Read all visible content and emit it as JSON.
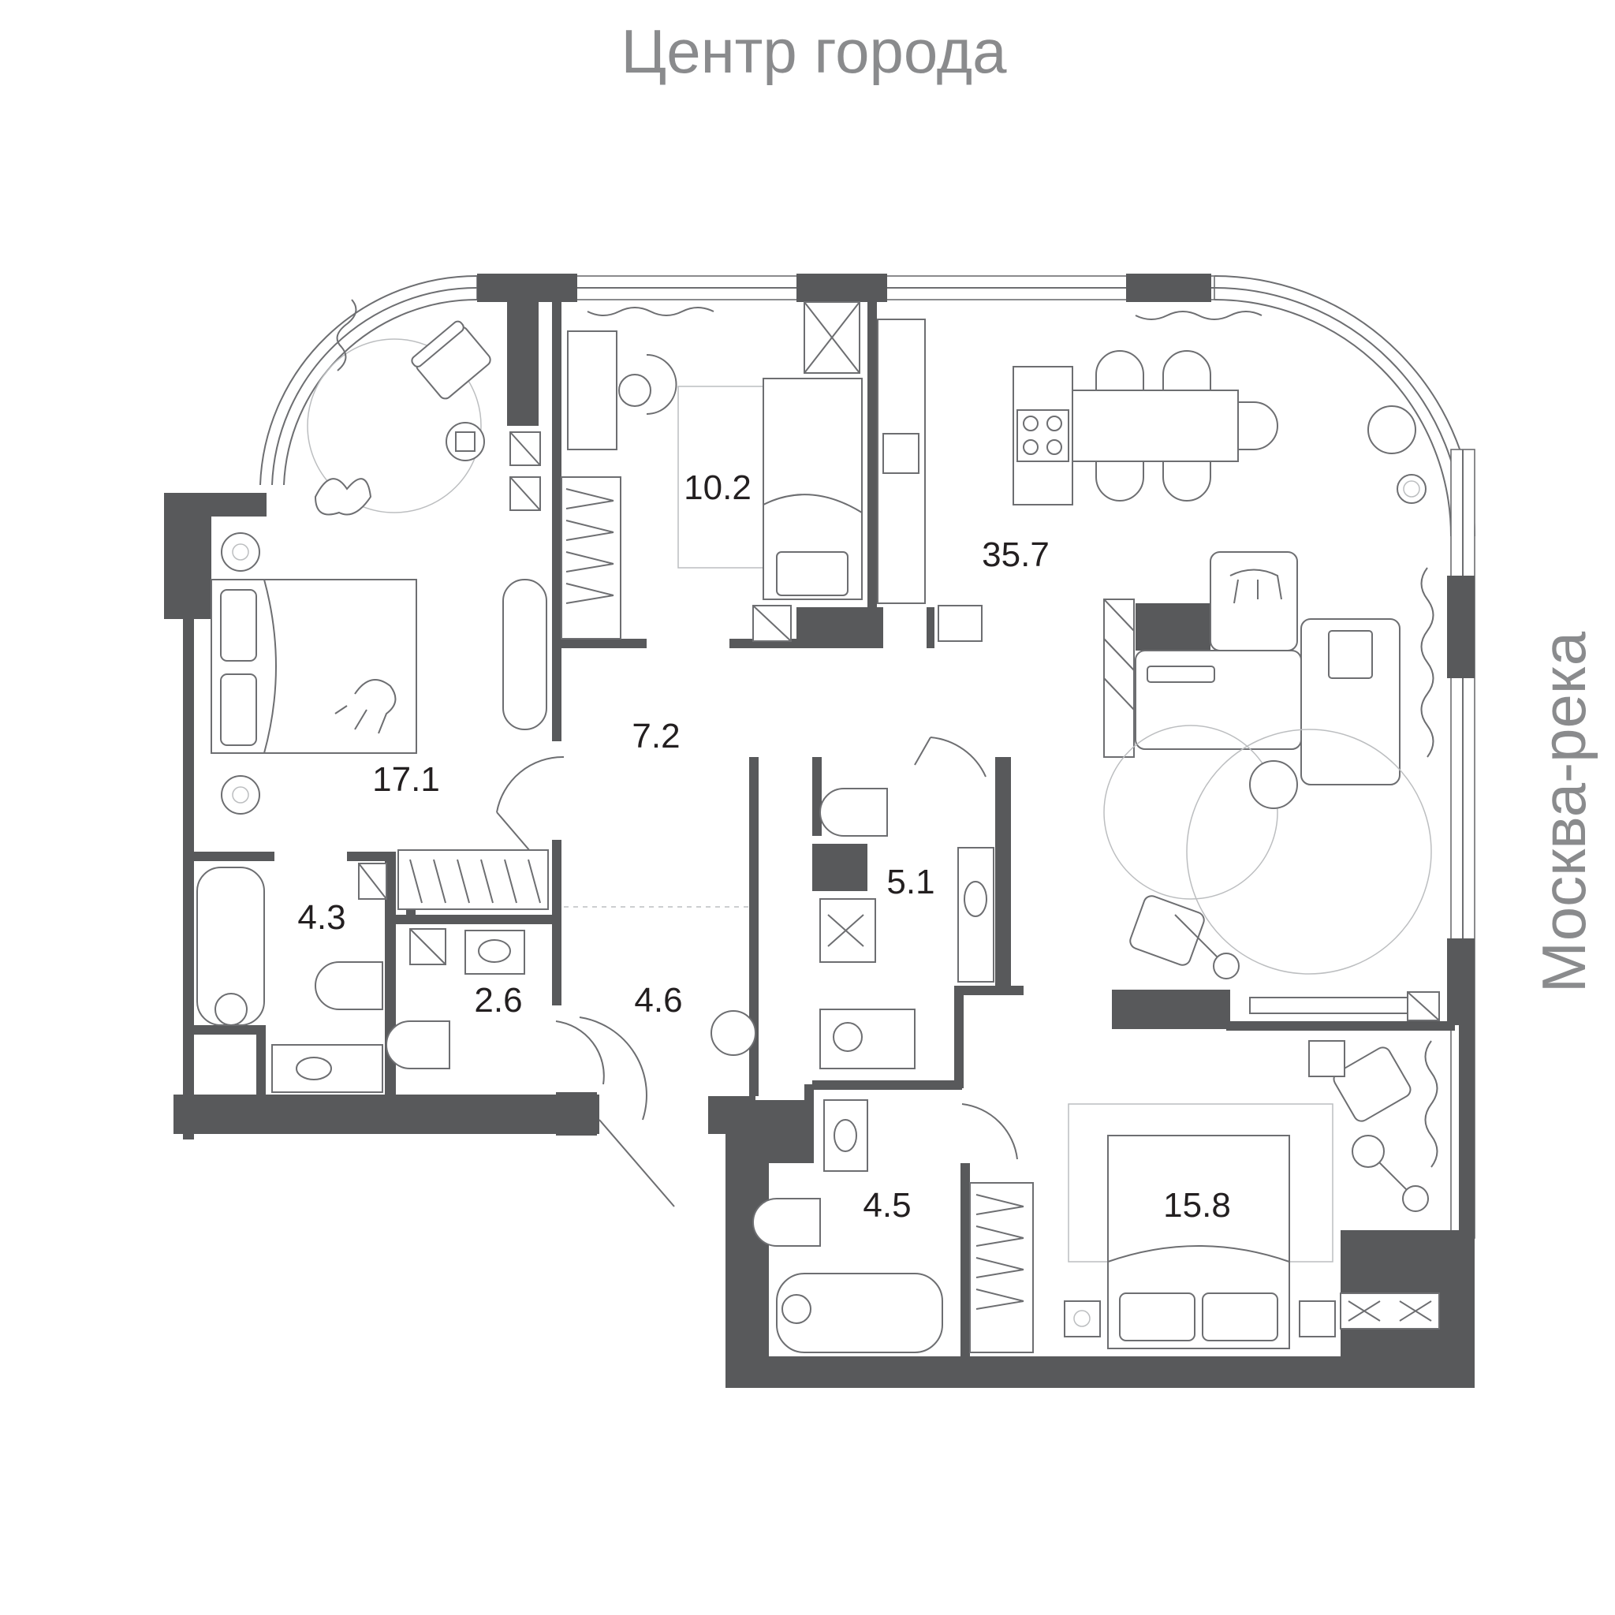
{
  "orientation": {
    "top": "Центр города",
    "right": "Москва-река"
  },
  "rooms": [
    {
      "id": "living",
      "area": "35.7"
    },
    {
      "id": "bedroom-1",
      "area": "17.1"
    },
    {
      "id": "bedroom-2",
      "area": "15.8"
    },
    {
      "id": "bedroom-3",
      "area": "10.2"
    },
    {
      "id": "hall",
      "area": "7.2"
    },
    {
      "id": "bath-1",
      "area": "5.1"
    },
    {
      "id": "corridor",
      "area": "4.6"
    },
    {
      "id": "bath-2",
      "area": "4.5"
    },
    {
      "id": "bath-3",
      "area": "4.3"
    },
    {
      "id": "wc",
      "area": "2.6"
    }
  ],
  "colors": {
    "wall": "#58595b",
    "line": "#6d6e71",
    "label": "#8a8b8d"
  }
}
